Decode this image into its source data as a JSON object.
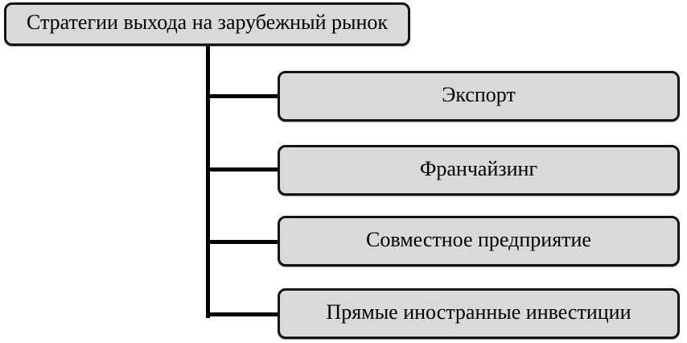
{
  "diagram": {
    "type": "hierarchy",
    "root": {
      "label": "Стратегии выхода на зарубежный рынок"
    },
    "children": [
      {
        "label": "Экспорт"
      },
      {
        "label": "Франчайзинг"
      },
      {
        "label": "Совместное предприятие"
      },
      {
        "label": "Прямые иностранные инвестиции"
      }
    ]
  },
  "colors": {
    "background": "#ffffff",
    "box_fill": "#d9d9d9",
    "box_border": "#141414",
    "connector": "#000000",
    "text": "#000000"
  }
}
